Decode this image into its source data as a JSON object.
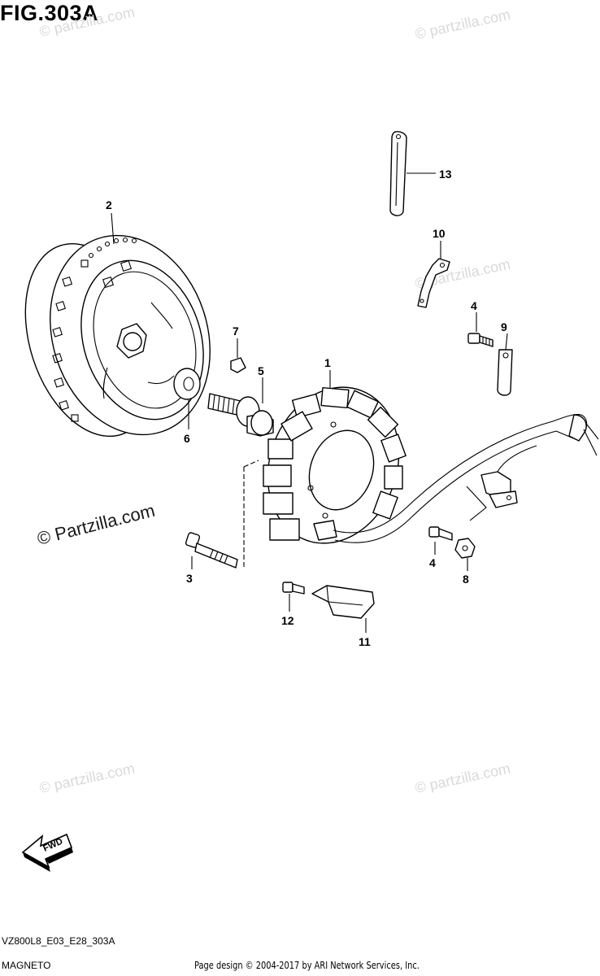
{
  "figure": {
    "title": "FIG.303A",
    "code": "VZ800L8_E03_E28_303A",
    "name": "MAGNETO",
    "copyright": "Page design © 2004-2017 by ARI Network Services, Inc."
  },
  "watermark": {
    "text": "© Partzilla.com",
    "faint_text": "© partzilla.com"
  },
  "fwd_label": "FWD",
  "callouts": {
    "c1": "1",
    "c2": "2",
    "c3": "3",
    "c4a": "4",
    "c4b": "4",
    "c5": "5",
    "c6": "6",
    "c7": "7",
    "c8": "8",
    "c9": "9",
    "c10": "10",
    "c11": "11",
    "c12": "12",
    "c13": "13"
  }
}
